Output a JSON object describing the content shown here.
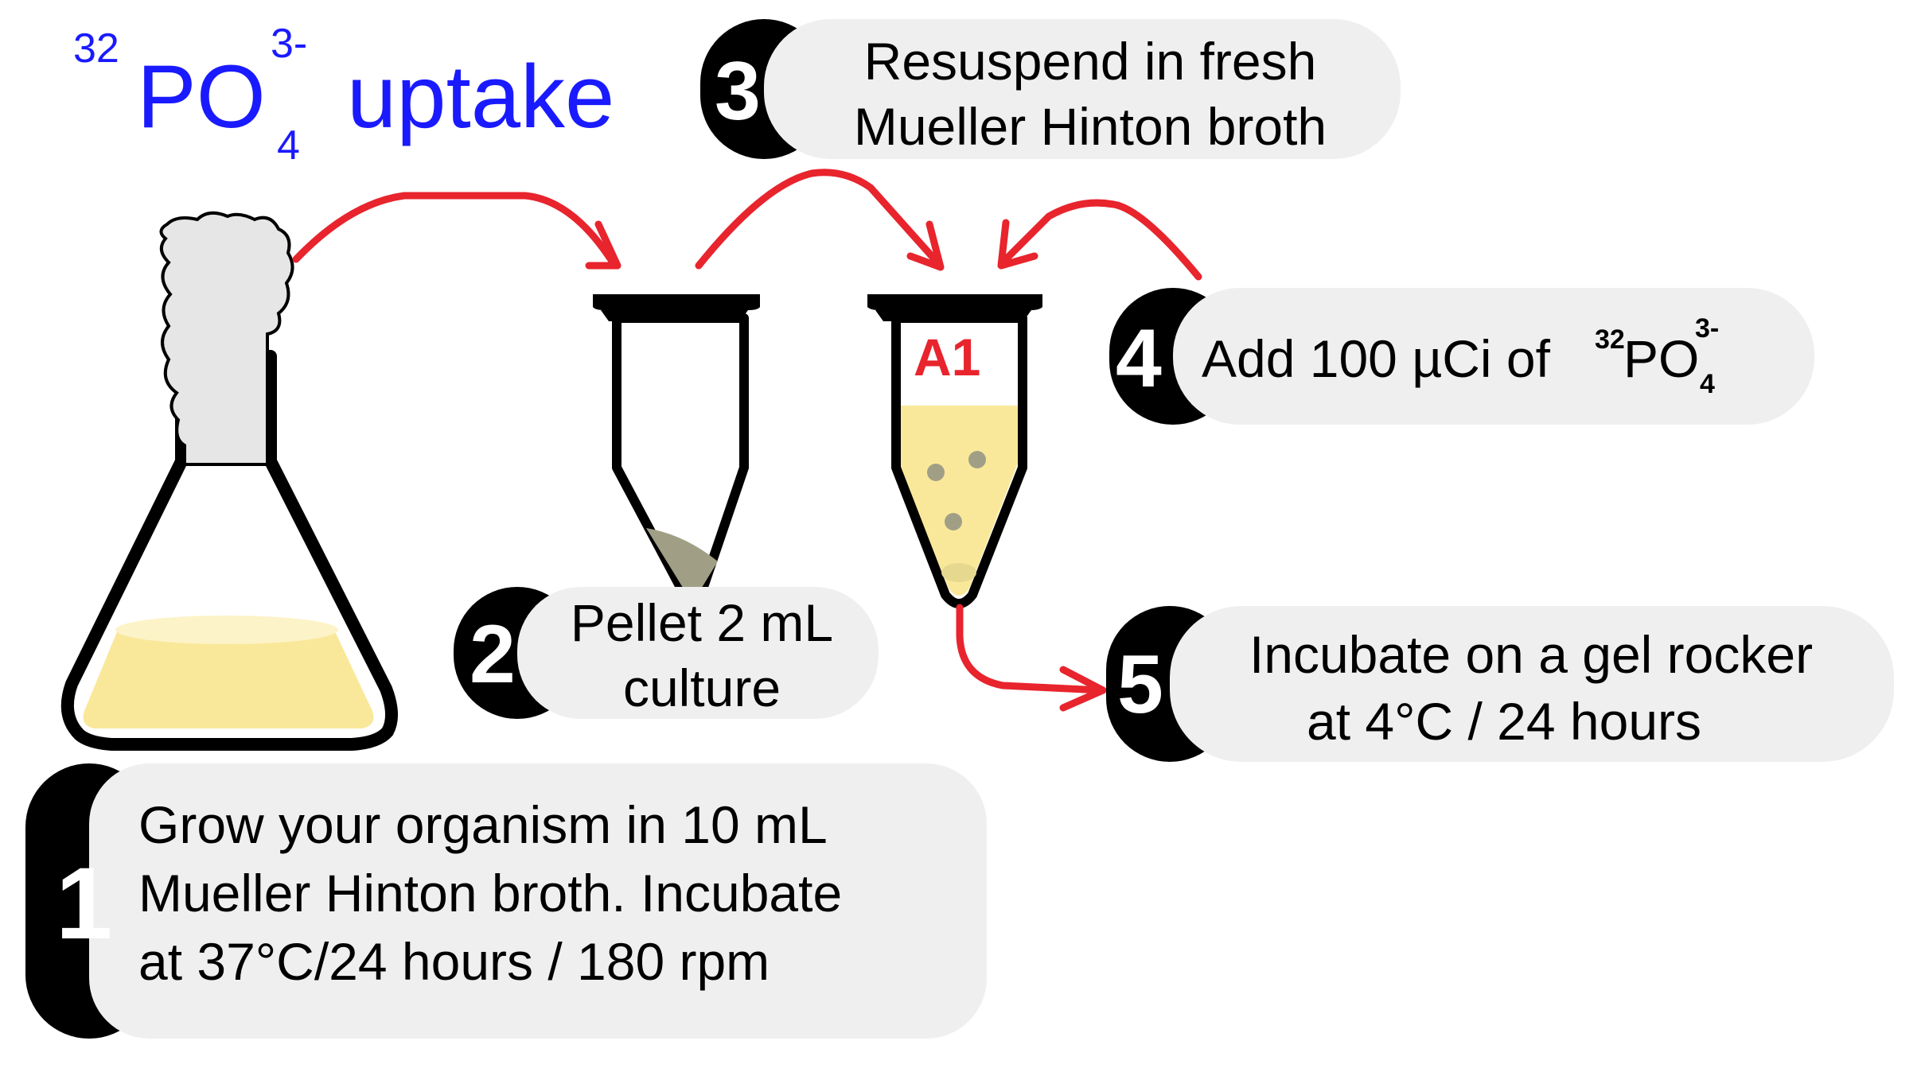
{
  "title": {
    "isotope_mass": "32",
    "element": "PO",
    "subscript": "4",
    "charge": "3-",
    "word": "uptake",
    "color": "#1a1aff"
  },
  "colors": {
    "arrow": "#e8242d",
    "broth": "#fae89a",
    "pellet": "#a09f86",
    "cap": "#e6e6e6",
    "step_box": "#efefef",
    "label_red": "#e8242d"
  },
  "tube_label": "A1",
  "steps": [
    {
      "number": "1",
      "lines": [
        "Grow your organism in 10 mL",
        "Mueller Hinton broth. Incubate",
        "at 37°C/24 hours / 180 rpm"
      ]
    },
    {
      "number": "2",
      "lines": [
        "Pellet 2 mL",
        "culture"
      ]
    },
    {
      "number": "3",
      "lines": [
        "Resuspend in fresh",
        "Mueller Hinton broth"
      ]
    },
    {
      "number": "4",
      "text_before": "Add 100 µCi of ",
      "isotope_mass": "32",
      "element": "PO",
      "subscript": "4",
      "charge": "3-"
    },
    {
      "number": "5",
      "lines": [
        "Incubate on a gel rocker",
        "at 4°C / 24 hours"
      ]
    }
  ]
}
